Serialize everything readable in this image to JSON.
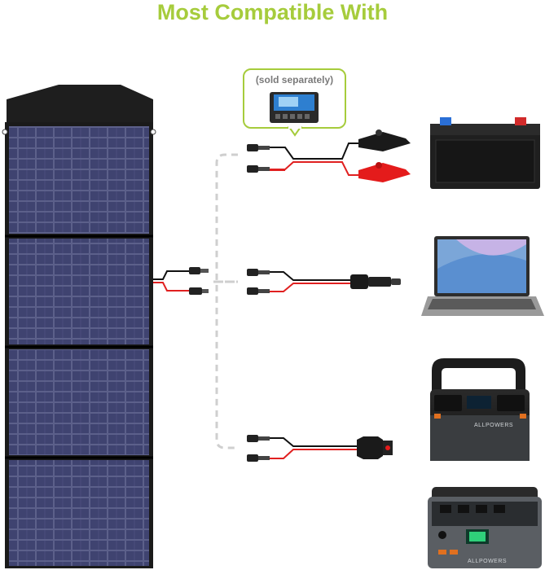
{
  "header": {
    "title": "Most Compatible With"
  },
  "controller_callout": {
    "label": "(sold separately)"
  },
  "devices": {
    "power_station_small": {
      "brand": "ALLPOWERS"
    },
    "power_station_large": {
      "brand": "ALLPOWERS"
    }
  },
  "colors": {
    "title": "#a6cc3c",
    "callout_border": "#a6cc3c",
    "cable_red": "#e02020",
    "cable_black": "#111111",
    "clamp_red": "#e41b1b",
    "panel_cell": "#4a4e7a",
    "frame": "#1a1a1a"
  },
  "icons": [
    "solar-panel-icon",
    "charge-controller-icon",
    "alligator-clip-icon",
    "car-battery-icon",
    "laptop-icon",
    "dc-plug-icon",
    "xt60-plug-icon",
    "power-station-icon",
    "mc4-connector-icon"
  ]
}
